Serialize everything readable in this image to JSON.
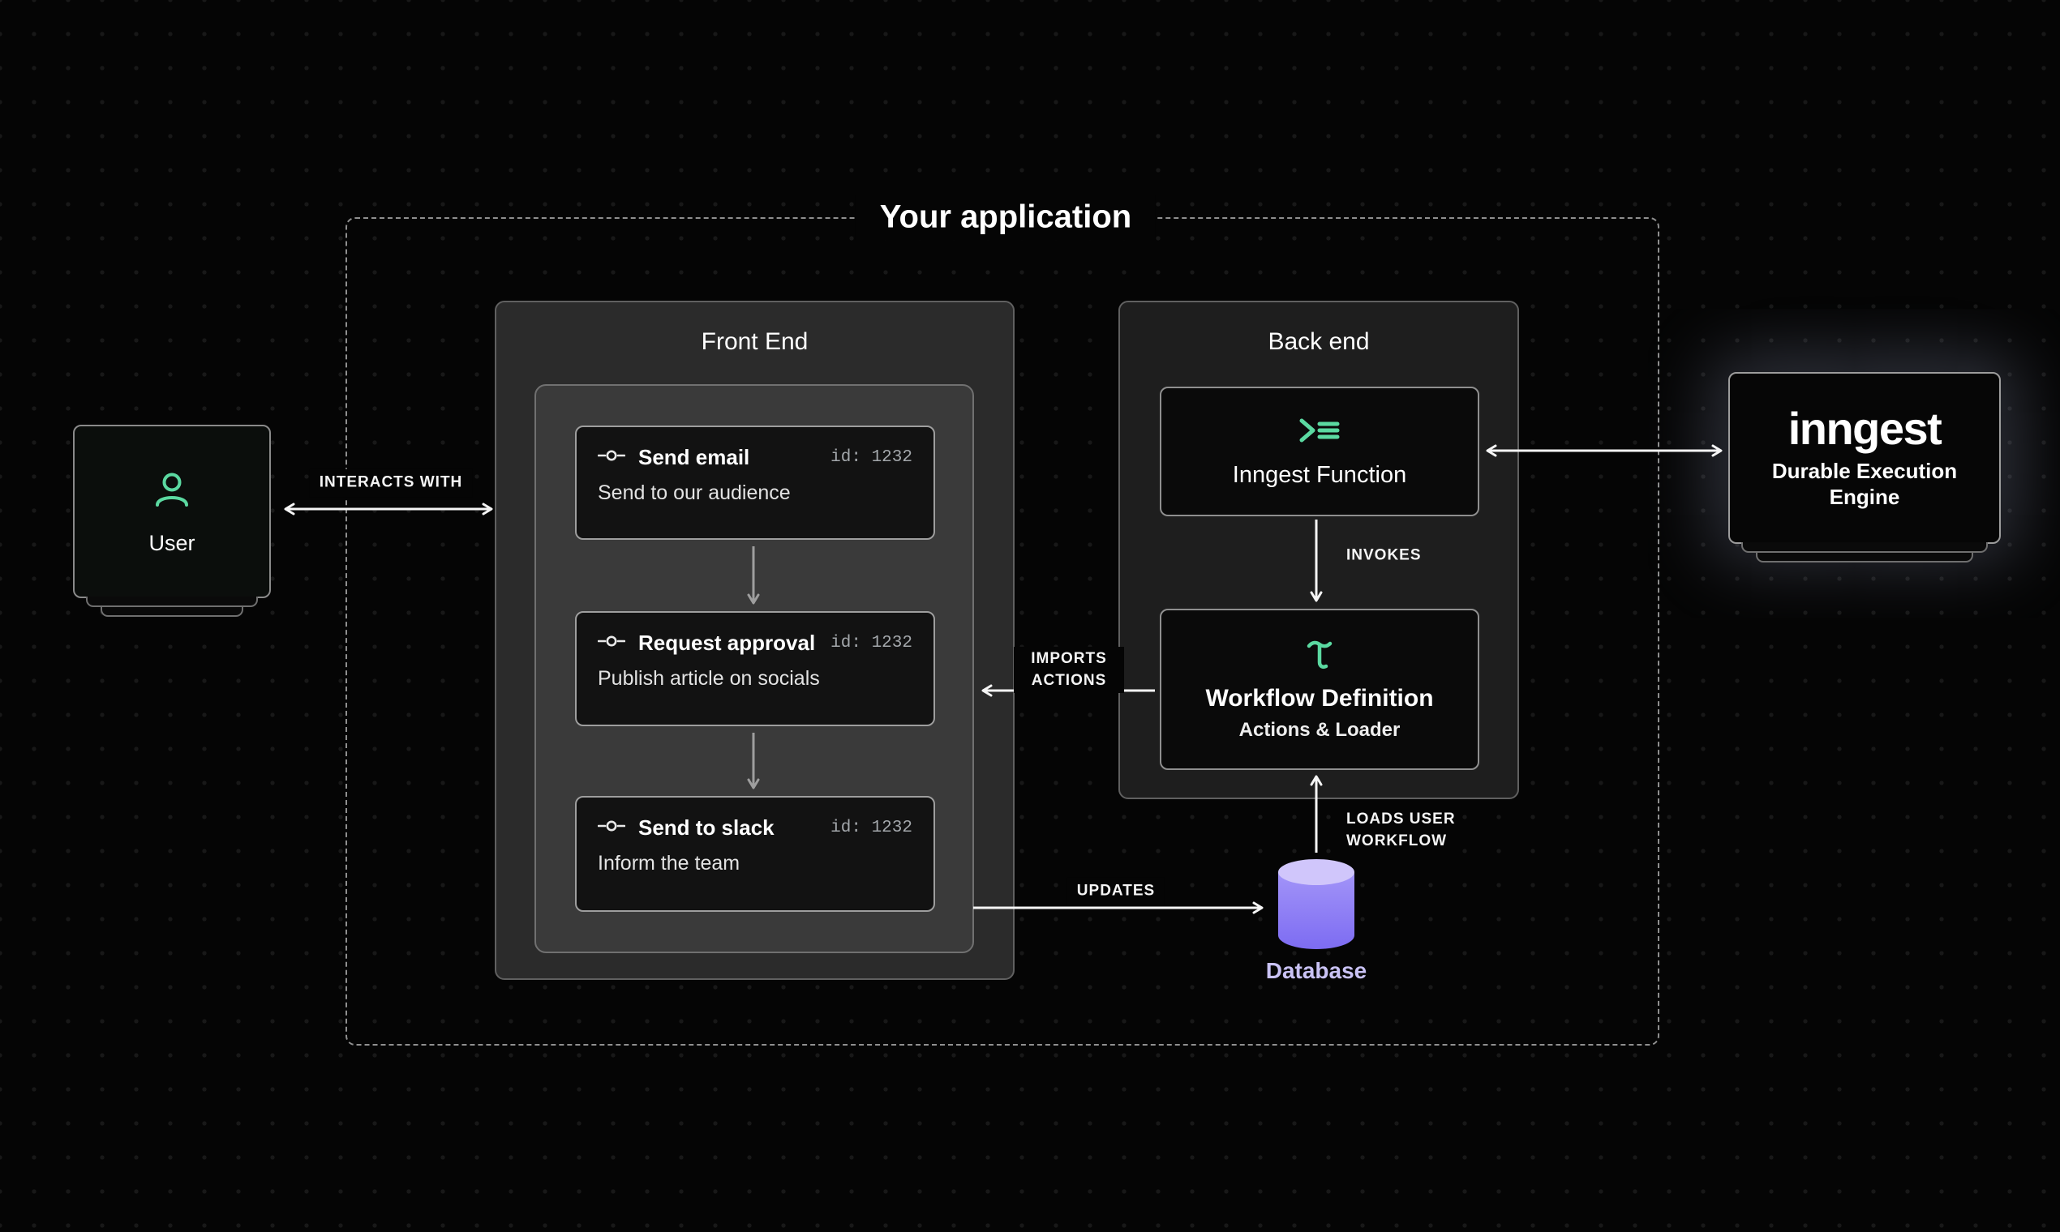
{
  "title": "Your application",
  "colors": {
    "accent_green": "#5BD9A1",
    "database_purple": "#8B7CF6",
    "arrow_white": "#F5F5F5",
    "background": "#050505"
  },
  "user": {
    "label": "User"
  },
  "front_end": {
    "title": "Front End",
    "cards": [
      {
        "title": "Send email",
        "id": "id: 1232",
        "subtitle": "Send to our audience"
      },
      {
        "title": "Request approval",
        "id": "id: 1232",
        "subtitle": "Publish article on socials"
      },
      {
        "title": "Send to slack",
        "id": "id: 1232",
        "subtitle": "Inform the team"
      }
    ]
  },
  "back_end": {
    "title": "Back end",
    "function_card": {
      "label": "Inngest Function"
    },
    "workflow_card": {
      "label": "Workflow Definition",
      "subtitle": "Actions & Loader"
    }
  },
  "database": {
    "label": "Database"
  },
  "inngest": {
    "logo": "inngest",
    "subtitle": "Durable Execution Engine"
  },
  "edges": {
    "interacts_with": "INTERACTS WITH",
    "invokes": "INVOKES",
    "imports_line1": "IMPORTS",
    "imports_line2": "ACTIONS",
    "updates": "UPDATES",
    "loads_line1": "LOADS USER",
    "loads_line2": "WORKFLOW"
  }
}
